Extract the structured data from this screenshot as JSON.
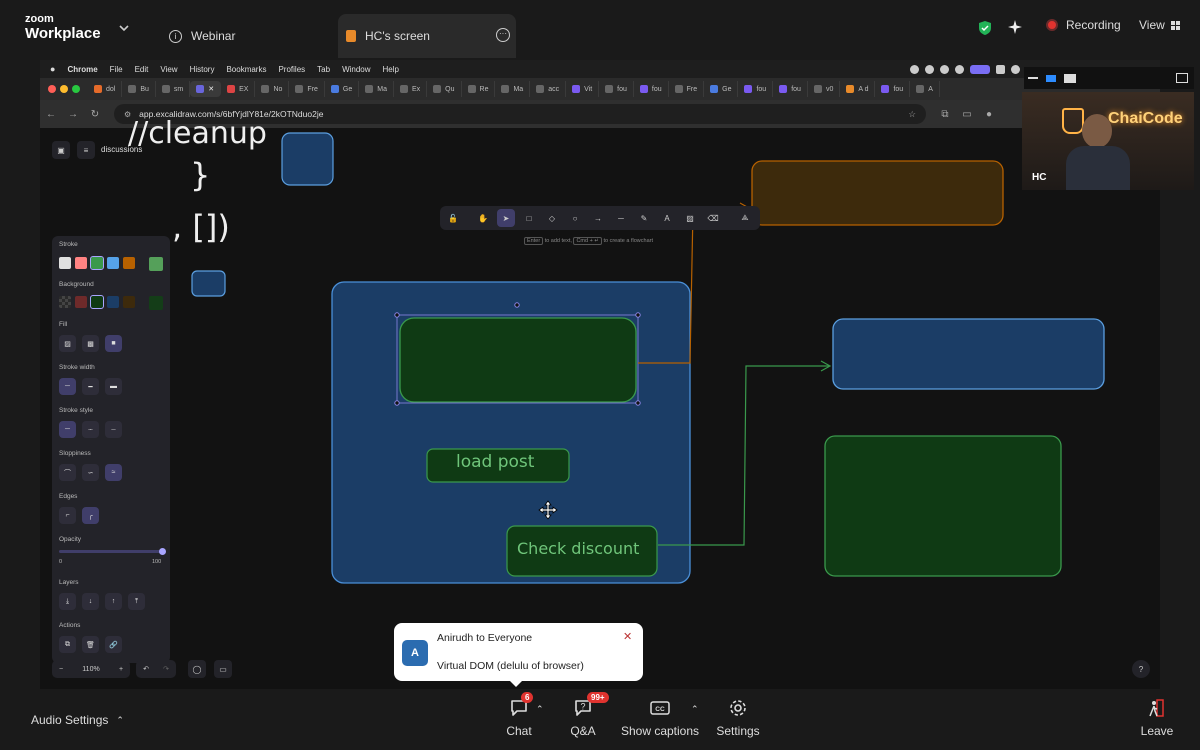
{
  "zoom": {
    "logo_top": "zoom",
    "logo_bottom": "Workplace",
    "tab_webinar": "Webinar",
    "tab_screen": "HC's screen",
    "recording_label": "Recording",
    "view_label": "View"
  },
  "mac_menu": [
    "Chrome",
    "File",
    "Edit",
    "View",
    "History",
    "Bookmarks",
    "Profiles",
    "Tab",
    "Window",
    "Help"
  ],
  "browser_tabs": [
    "dol",
    "Bu",
    "sm",
    "",
    "EX",
    "No",
    "Fre",
    "Ge",
    "Ma",
    "Ex",
    "Qu",
    "Re",
    "Ma",
    "acc",
    "Vit",
    "fou",
    "fou",
    "Fre",
    "Ge",
    "fou",
    "fou",
    "v0",
    "A d",
    "fou",
    "A"
  ],
  "url": "app.excalidraw.com/s/6bfYjdlY81e/2kOTNduo2je",
  "excalidraw": {
    "file_name": "discussions",
    "section_stroke": "Stroke",
    "section_background": "Background",
    "section_fill": "Fill",
    "section_stroke_width": "Stroke width",
    "section_stroke_style": "Stroke style",
    "section_sloppiness": "Sloppiness",
    "section_edges": "Edges",
    "section_opacity": "Opacity",
    "opacity_min": "0",
    "opacity_max": "100",
    "opacity_value": 1.0,
    "section_layers": "Layers",
    "section_actions": "Actions",
    "hint_enter": "Enter",
    "hint_text1": "to add text,",
    "hint_cmd": "Cmd + ↵",
    "hint_text2": "to create a flowchart",
    "zoom_level": "110%",
    "stroke_colors": [
      "#e0e0e0",
      "#ff8383",
      "#3a994c",
      "#56a2e8",
      "#b76100",
      "#55a05a"
    ],
    "background_colors": [
      "#3a3a3a",
      "#6e2a2a",
      "#0f3a14",
      "#1b3d66",
      "#3d2a0c",
      "#143d18"
    ]
  },
  "canvas_text": {
    "cleanup": "//cleanup",
    "brace": "}",
    "deps": ", [])",
    "load_post": "load post",
    "check_discount": "Check discount"
  },
  "chat": {
    "avatar_letter": "A",
    "sender": "Anirudh to Everyone",
    "message": "Virtual DOM (delulu of browser)"
  },
  "video": {
    "initials": "HC",
    "neon": "ChaiCode"
  },
  "bottom": {
    "audio_settings": "Audio Settings",
    "chat": "Chat",
    "chat_badge": "6",
    "qa": "Q&A",
    "qa_badge": "99+",
    "captions": "Show captions",
    "settings": "Settings",
    "leave": "Leave"
  }
}
